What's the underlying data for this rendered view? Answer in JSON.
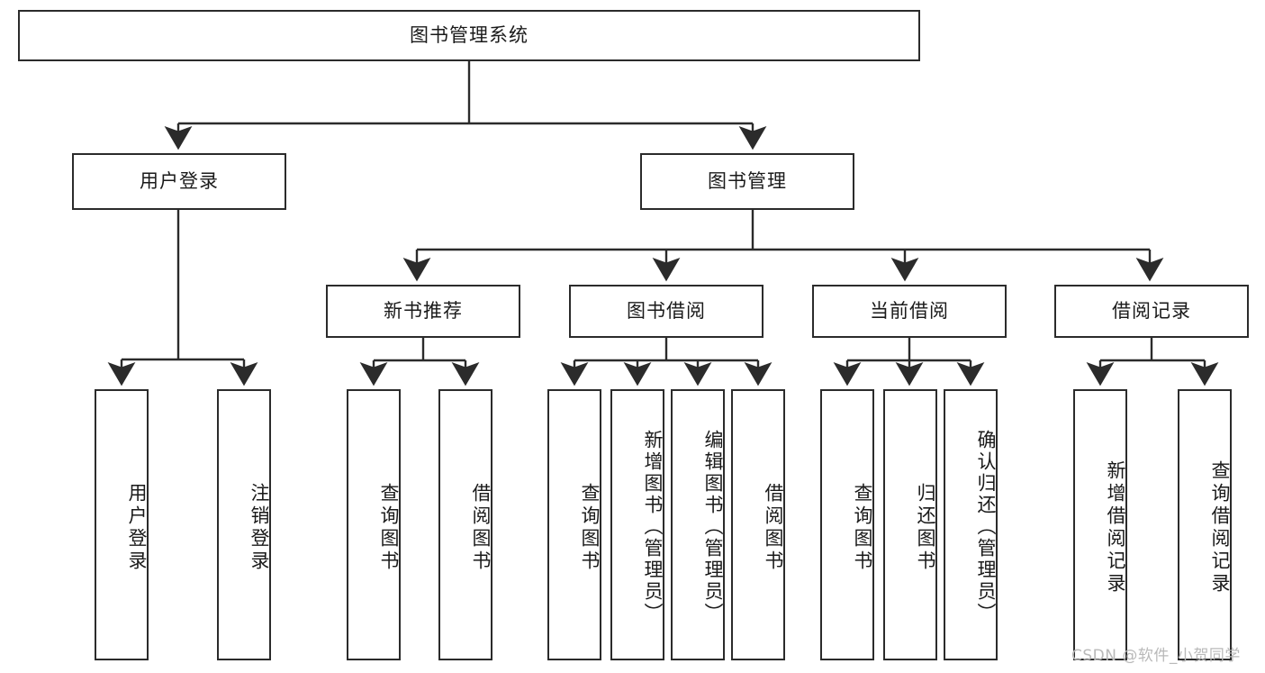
{
  "diagram": {
    "title": "图书管理系统",
    "type": "tree-hierarchy",
    "root": {
      "label": "图书管理系统",
      "id": "root"
    },
    "level2": [
      {
        "id": "user-login",
        "label": "用户登录"
      },
      {
        "id": "book-manage",
        "label": "图书管理"
      }
    ],
    "level3": [
      {
        "id": "new-book-recommend",
        "label": "新书推荐"
      },
      {
        "id": "book-borrow",
        "label": "图书借阅"
      },
      {
        "id": "current-borrow",
        "label": "当前借阅"
      },
      {
        "id": "borrow-record",
        "label": "借阅记录"
      }
    ],
    "leaves": {
      "user_login": [
        {
          "id": "leaf-user-login",
          "label": "用户登录"
        },
        {
          "id": "leaf-logout-login",
          "label": "注销登录"
        }
      ],
      "new_book_recommend": [
        {
          "id": "leaf-query-book-1",
          "label": "查询图书"
        },
        {
          "id": "leaf-borrow-book-1",
          "label": "借阅图书"
        }
      ],
      "book_borrow": [
        {
          "id": "leaf-query-book-2",
          "label": "查询图书"
        },
        {
          "id": "leaf-add-book",
          "label": "新增图书（管理员）"
        },
        {
          "id": "leaf-edit-book",
          "label": "编辑图书（管理员）"
        },
        {
          "id": "leaf-borrow-book-2",
          "label": "借阅图书"
        }
      ],
      "current_borrow": [
        {
          "id": "leaf-query-book-3",
          "label": "查询图书"
        },
        {
          "id": "leaf-return-book",
          "label": "归还图书"
        },
        {
          "id": "leaf-confirm-return",
          "label": "确认归还（管理员）"
        }
      ],
      "borrow_record": [
        {
          "id": "leaf-add-record",
          "label": "新增借阅记录"
        },
        {
          "id": "leaf-query-record",
          "label": "查询借阅记录"
        }
      ]
    }
  },
  "watermark": {
    "text": "CSDN @软件_小贺同学"
  },
  "colors": {
    "stroke": "#2b2b2b",
    "background": "#ffffff",
    "text": "#1a1a1a",
    "watermark": "#b9b9b9"
  }
}
